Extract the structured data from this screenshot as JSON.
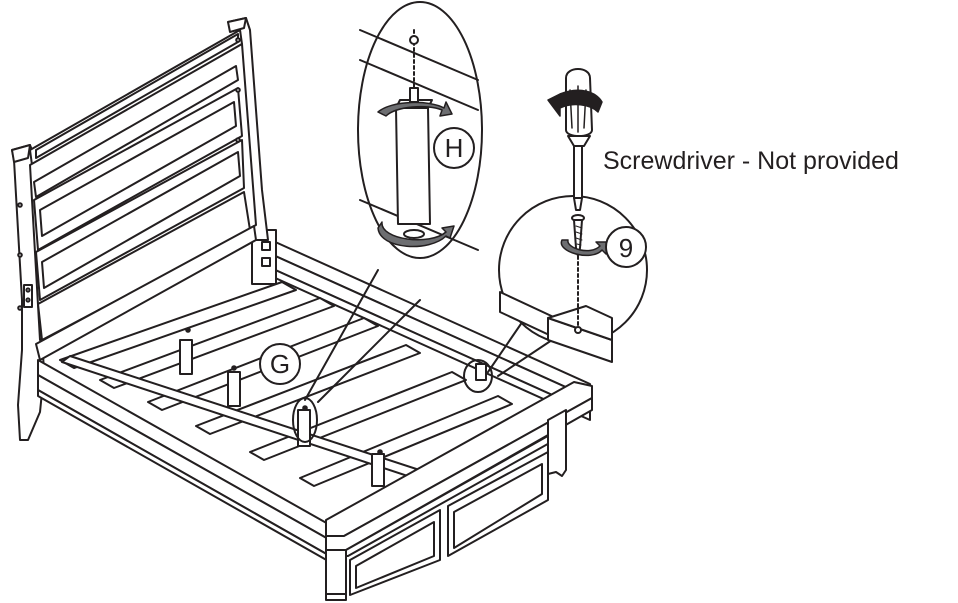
{
  "labels": {
    "part_g": "G",
    "part_h": "H",
    "screw": "9",
    "tool": "Screwdriver - Not provided"
  },
  "colors": {
    "line": "#231f20",
    "arrow": "#6d6e71",
    "background": "#ffffff"
  }
}
